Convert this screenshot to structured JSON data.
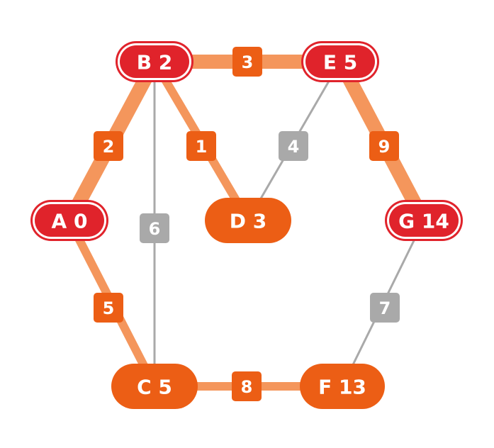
{
  "colors": {
    "path_edge": "#f4965c",
    "path_weight_box": "#ec5e15",
    "other_edge": "#a9a9a9",
    "other_weight_box": "#a9a9a9",
    "on_path_node_fill": "#e0232b",
    "on_path_node_ring": "#e0232b",
    "off_path_node_fill": "#ec5e15"
  },
  "nodes": [
    {
      "id": "A",
      "label": "A 0",
      "on_shortest_path": true
    },
    {
      "id": "B",
      "label": "B 2",
      "on_shortest_path": true
    },
    {
      "id": "C",
      "label": "C 5",
      "on_shortest_path": false
    },
    {
      "id": "D",
      "label": "D 3",
      "on_shortest_path": false
    },
    {
      "id": "E",
      "label": "E 5",
      "on_shortest_path": true
    },
    {
      "id": "F",
      "label": "F 13",
      "on_shortest_path": false
    },
    {
      "id": "G",
      "label": "G 14",
      "on_shortest_path": true
    }
  ],
  "edges": [
    {
      "from": "A",
      "to": "B",
      "weight": "2",
      "style": "thick"
    },
    {
      "from": "B",
      "to": "E",
      "weight": "3",
      "style": "thick"
    },
    {
      "from": "E",
      "to": "G",
      "weight": "9",
      "style": "thick"
    },
    {
      "from": "B",
      "to": "D",
      "weight": "1",
      "style": "medium"
    },
    {
      "from": "A",
      "to": "C",
      "weight": "5",
      "style": "medium"
    },
    {
      "from": "C",
      "to": "F",
      "weight": "8",
      "style": "medium"
    },
    {
      "from": "B",
      "to": "C",
      "weight": "6",
      "style": "thin"
    },
    {
      "from": "E",
      "to": "D",
      "weight": "4",
      "style": "thin"
    },
    {
      "from": "G",
      "to": "F",
      "weight": "7",
      "style": "thin"
    }
  ]
}
